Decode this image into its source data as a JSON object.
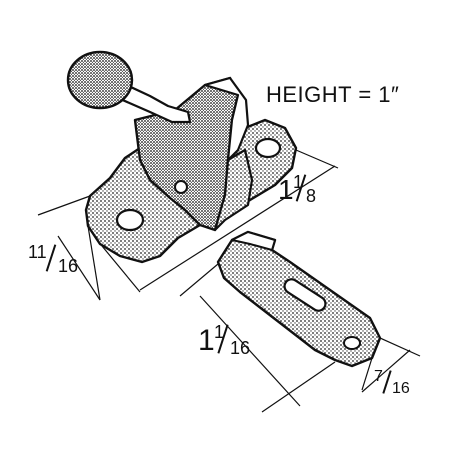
{
  "labels": {
    "height_note": "HEIGHT = 1″",
    "dim_top": {
      "whole": "1",
      "num": "1",
      "den": "8"
    },
    "dim_left": {
      "num": "11",
      "den": "16"
    },
    "dim_strike": {
      "whole": "1",
      "num": "1",
      "den": "16"
    },
    "dim_right": {
      "num": "7",
      "den": "16"
    }
  }
}
